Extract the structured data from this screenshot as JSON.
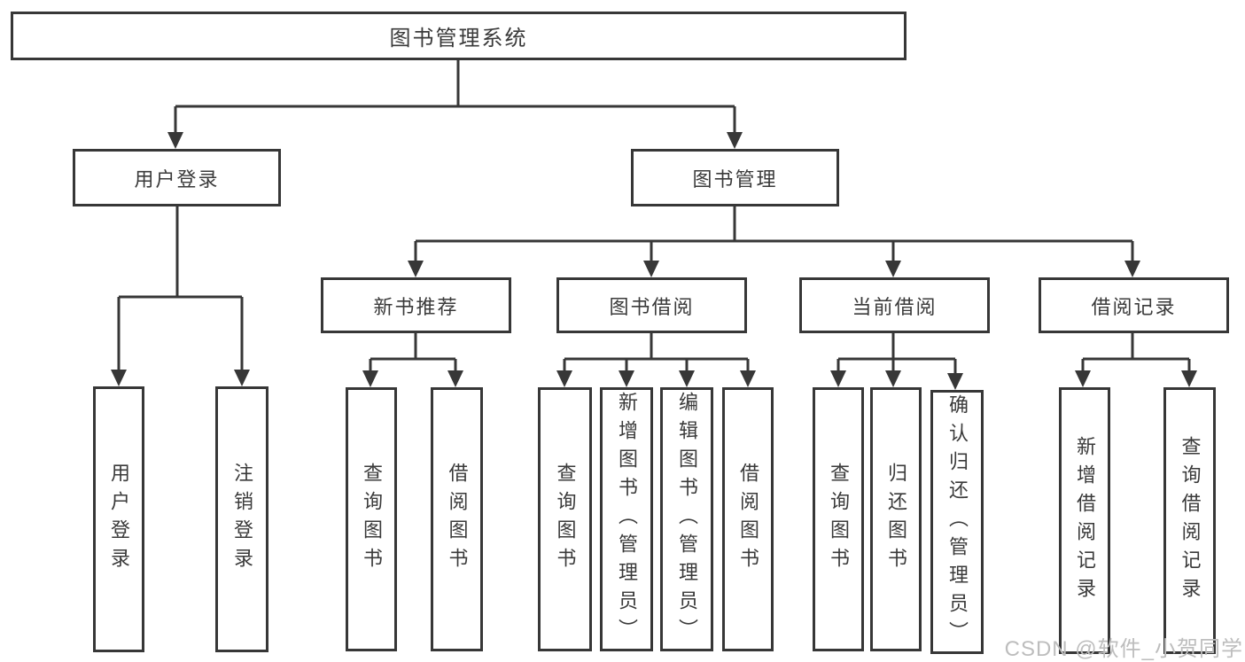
{
  "tree": {
    "label": "图书管理系统",
    "children": [
      {
        "label": "用户登录",
        "children": [
          {
            "label": "用户登录"
          },
          {
            "label": "注销登录"
          }
        ]
      },
      {
        "label": "图书管理",
        "children": [
          {
            "label": "新书推荐",
            "children": [
              {
                "label": "查询图书"
              },
              {
                "label": "借阅图书"
              }
            ]
          },
          {
            "label": "图书借阅",
            "children": [
              {
                "label": "查询图书"
              },
              {
                "label": "新增图书（管理员）"
              },
              {
                "label": "编辑图书（管理员）"
              },
              {
                "label": "借阅图书"
              }
            ]
          },
          {
            "label": "当前借阅",
            "children": [
              {
                "label": "查询图书"
              },
              {
                "label": "归还图书"
              },
              {
                "label": "确认归还（管理员）"
              }
            ]
          },
          {
            "label": "借阅记录",
            "children": [
              {
                "label": "新增借阅记录"
              },
              {
                "label": "查询借阅记录"
              }
            ]
          }
        ]
      }
    ]
  },
  "watermark": {
    "text": "CSDN @软件_小贺同学"
  },
  "colors": {
    "line": "#373737",
    "text": "#3a3a3a",
    "background": "#ffffff",
    "watermark": "#bdbdbd"
  }
}
